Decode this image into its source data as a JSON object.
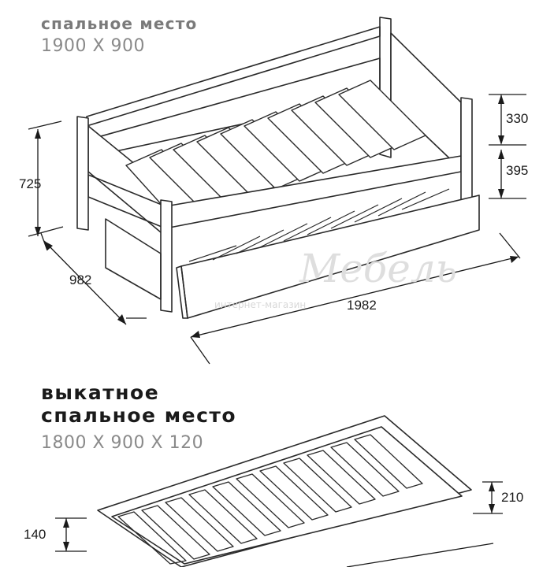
{
  "section1": {
    "subtitle": "спальное  место",
    "size": "1900 X 900"
  },
  "section2": {
    "title_line1": "выкатное",
    "title_line2": "спальное место",
    "size": "1800 X 900 X 120"
  },
  "dimensions": {
    "height_total": "725",
    "depth": "982",
    "length": "1982",
    "back_upper": "330",
    "back_lower": "395",
    "drawer_height": "210",
    "drawer_side": "140"
  },
  "watermark": {
    "text": "Мебель",
    "subtext": "интернет-магазин"
  },
  "colors": {
    "line": "#2a2a2a",
    "dim_line": "#1a1a1a"
  }
}
